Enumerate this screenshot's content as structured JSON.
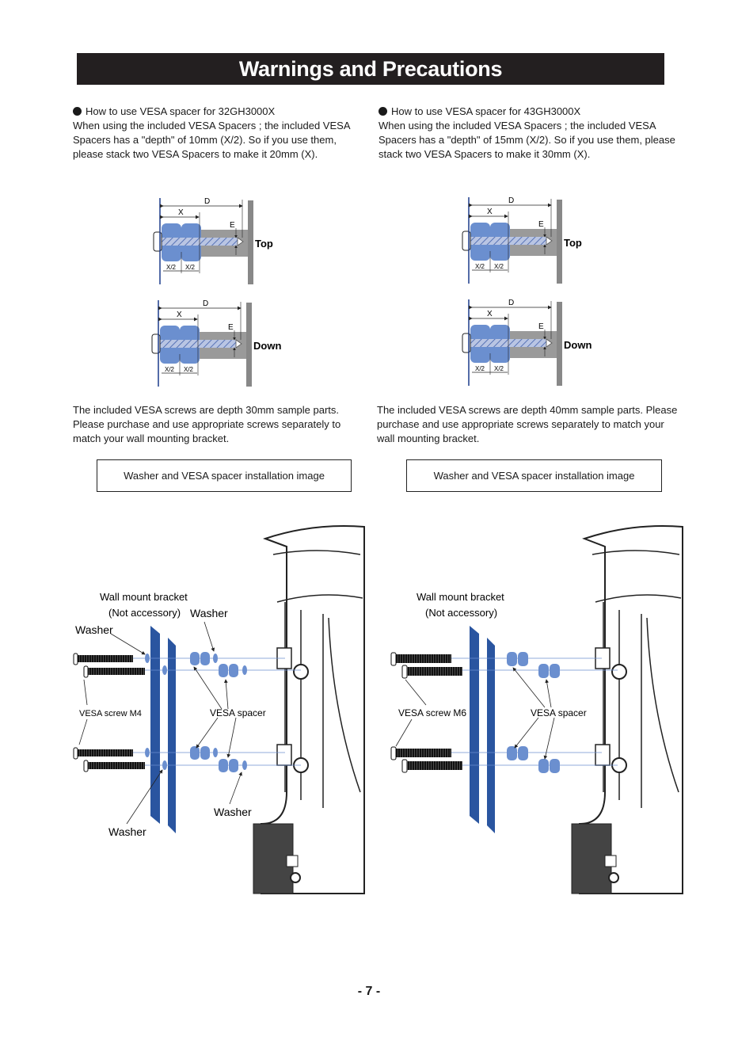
{
  "title": "Warnings and Precautions",
  "left": {
    "heading": "How to use  VESA spacer for 32GH3000X",
    "body": "When using the included VESA Spacers ; the included VESA Spacers has a \"depth\" of 10mm (X/2). So if you use them, please stack two VESA Spacers to make it 20mm (X).",
    "note": "The included VESA screws are depth 30mm sample parts. Please purchase and use appropriate screws separately to match   your wall mounting bracket.",
    "caption": "Washer and VESA  spacer installation image"
  },
  "right": {
    "heading": "How to use  VESA spacer for 43GH3000X",
    "body": "When using the included VESA Spacers ; the included VESA Spacers has a \"depth\" of 15mm (X/2).  So if you use them, please stack two VESA Spacers to make it 30mm (X).",
    "note": "The included VESA screws are depth 40mm sample parts. Please purchase and use appropriate screws separately to match your wall mounting bracket.",
    "caption": "Washer and VESA  spacer installation image"
  },
  "diagram": {
    "label_d": "D",
    "label_x": "X",
    "label_e": "E",
    "label_half": "X/2",
    "label_top": "Top",
    "label_down": "Down"
  },
  "install_left": {
    "bracket_line1": "Wall mount bracket",
    "bracket_line2": "(Not accessory)",
    "washer_top": "Washer",
    "washer_left": "Washer",
    "screw": "VESA  screw M4",
    "spacer": "VESA spacer",
    "washer_mid": "Washer",
    "washer_bottom": "Washer"
  },
  "install_right": {
    "bracket_line1": "Wall mount bracket",
    "bracket_line2": "(Not accessory)",
    "screw": "VESA screw M6",
    "spacer": "VESA spacer"
  },
  "page_number": "- 7 -",
  "colors": {
    "banner": "#231f20",
    "spacer": "#6b8fcf",
    "bracket": "#2a55a0",
    "screw_gray": "#b3b3b3"
  }
}
